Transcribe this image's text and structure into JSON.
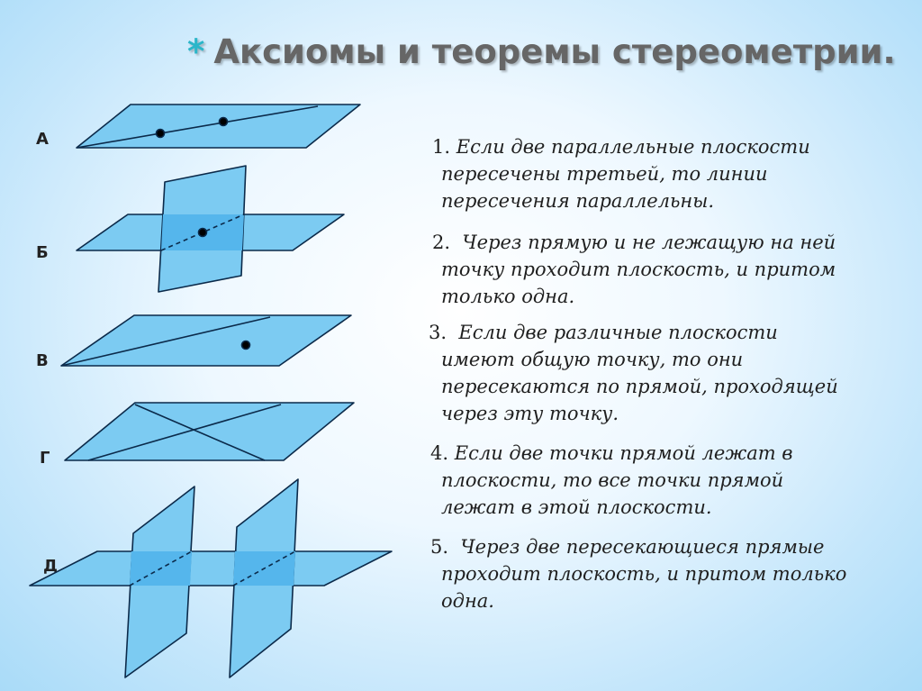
{
  "slide": {
    "title_star": "*",
    "title": "Аксиомы и теоремы стереометрии."
  },
  "figure_labels": [
    "А",
    "Б",
    "В",
    "Г",
    "Д"
  ],
  "theorems": [
    {
      "num": "1.",
      "lines": [
        "Если две параллельные плоскости",
        "пересечены третьей, то линии",
        "пересечения параллельны."
      ]
    },
    {
      "num": "2.",
      "lines": [
        "Через прямую и не лежащую на ней",
        "точку проходит плоскость, и притом",
        "только одна."
      ]
    },
    {
      "num": "3.",
      "lines": [
        "Если две различные плоскости",
        "имеют общую точку, то они",
        "пересекаются по прямой, проходящей",
        "через эту точку."
      ]
    },
    {
      "num": "4.",
      "lines": [
        "Если две точки прямой лежат в",
        "плоскости, то все точки прямой",
        "лежат в этой плоскости."
      ]
    },
    {
      "num": "5.",
      "lines": [
        "Через две пересекающиеся прямые",
        "проходит плоскость, и притом только",
        "одна."
      ]
    }
  ],
  "colors": {
    "plane_fill": "#7ccbf2",
    "plane_overlap": "#55b6ec",
    "plane_stroke": "#0b2a4a",
    "title_text": "#666666",
    "star": "#2bb6c9"
  }
}
